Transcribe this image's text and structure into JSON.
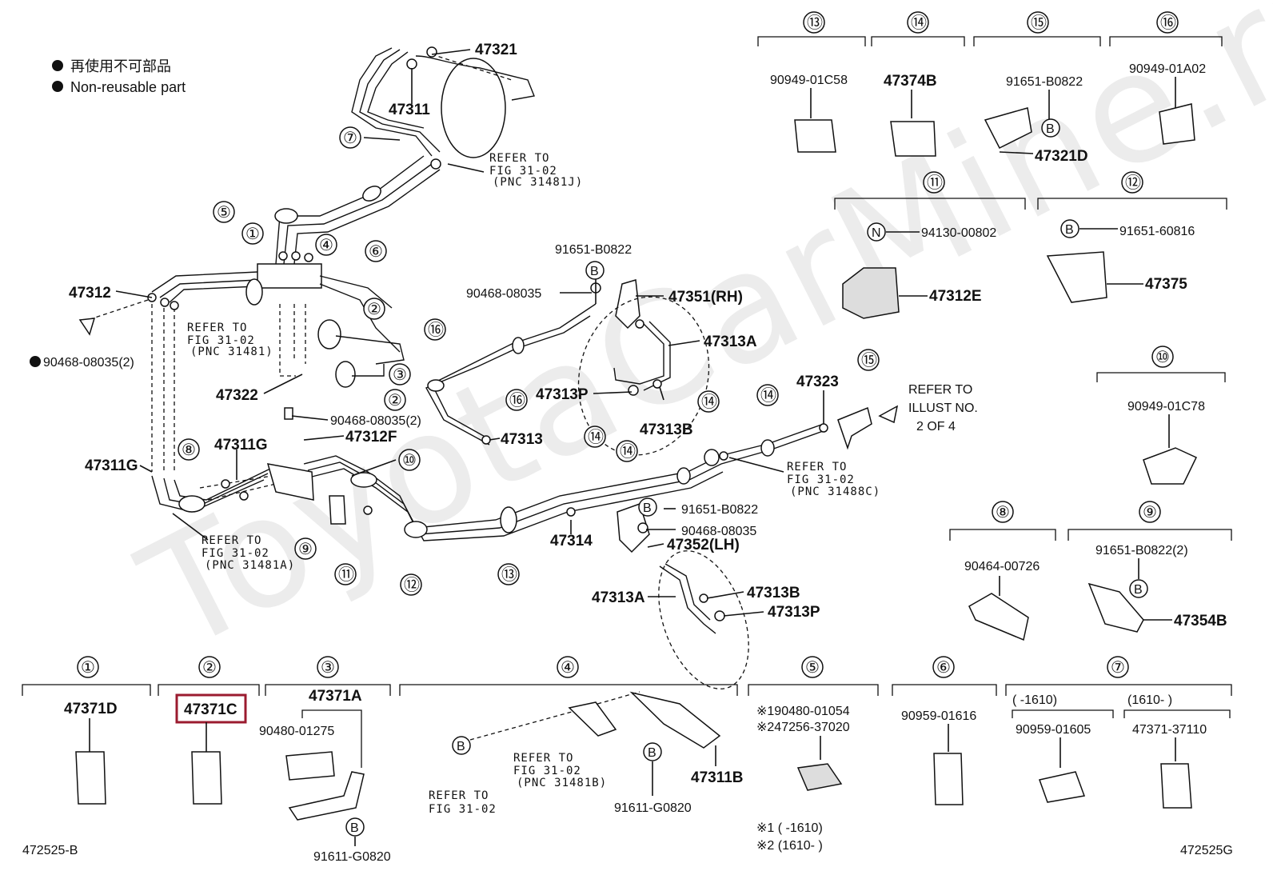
{
  "legend": {
    "line1": "再使用不可部品",
    "line2": "Non-reusable part"
  },
  "main_labels": [
    {
      "id": "47321",
      "text": "47321"
    },
    {
      "id": "47311",
      "text": "47311"
    },
    {
      "id": "47312",
      "text": "47312"
    },
    {
      "id": "90468-08035-2a",
      "text": "90468-08035(2)"
    },
    {
      "id": "47322",
      "text": "47322"
    },
    {
      "id": "90468-08035-2b",
      "text": "90468-08035(2)"
    },
    {
      "id": "47312F",
      "text": "47312F"
    },
    {
      "id": "47311G-a",
      "text": "47311G"
    },
    {
      "id": "47311G-b",
      "text": "47311G"
    },
    {
      "id": "91651-B0822-top",
      "text": "91651-B0822"
    },
    {
      "id": "90468-08035-top",
      "text": "90468-08035"
    },
    {
      "id": "47351RH",
      "text": "47351(RH)"
    },
    {
      "id": "47313A-top",
      "text": "47313A"
    },
    {
      "id": "47313P-top",
      "text": "47313P"
    },
    {
      "id": "47313B-top",
      "text": "47313B"
    },
    {
      "id": "47313",
      "text": "47313"
    },
    {
      "id": "47323",
      "text": "47323"
    },
    {
      "id": "91651-B0822-mid",
      "text": "91651-B0822"
    },
    {
      "id": "90468-08035-mid",
      "text": "90468-08035"
    },
    {
      "id": "47314",
      "text": "47314"
    },
    {
      "id": "47352LH",
      "text": "47352(LH)"
    },
    {
      "id": "47313A-bot",
      "text": "47313A"
    },
    {
      "id": "47313B-bot",
      "text": "47313B"
    },
    {
      "id": "47313P-bot",
      "text": "47313P"
    }
  ],
  "refer": {
    "r1": {
      "l1": "REFER TO",
      "l2": "FIG 31-02",
      "l3": "(PNC 31481J)"
    },
    "r2": {
      "l1": "REFER TO",
      "l2": "FIG 31-02",
      "l3": "(PNC 31481)"
    },
    "r3": {
      "l1": "REFER TO",
      "l2": "FIG 31-02",
      "l3": "(PNC 31481A)"
    },
    "r4": {
      "l1": "REFER TO",
      "l2": "FIG 31-02",
      "l3": "(PNC 31488C)"
    },
    "r5": {
      "l1": "REFER TO",
      "l2": "ILLUST NO.",
      "l3": "2 OF 4"
    },
    "r6": {
      "l1": "REFER TO",
      "l2": "FIG 31-02",
      "l3": "(PNC 31481B)"
    },
    "r7": {
      "l1": "REFER TO",
      "l2": "FIG 31-02"
    }
  },
  "bubbles": {
    "c1": "①",
    "c2": "②",
    "c3": "③",
    "c4": "④",
    "c5": "⑤",
    "c6": "⑥",
    "c7": "⑦",
    "c8": "⑧",
    "c9": "⑨",
    "c10": "⑩",
    "c11": "⑪",
    "c12": "⑫",
    "c13": "⑬",
    "c14": "⑭",
    "c15": "⑮",
    "c16": "⑯"
  },
  "badges": {
    "B": "B",
    "N": "N"
  },
  "right_panels": {
    "p13": {
      "part": "90949-01C58"
    },
    "p14": {
      "part": "47374B"
    },
    "p15": {
      "part1": "91651-B0822",
      "part2": "47321D"
    },
    "p16": {
      "part": "90949-01A02"
    },
    "p11": {
      "part1": "94130-00802",
      "part2": "47312E"
    },
    "p12": {
      "part1": "91651-60816",
      "part2": "47375"
    },
    "p10": {
      "part": "90949-01C78"
    },
    "p8": {
      "part": "90464-00726"
    },
    "p9": {
      "part1": "91651-B0822(2)",
      "part2": "47354B"
    }
  },
  "bottom_panels": {
    "p1": {
      "part": "47371D"
    },
    "p2": {
      "part": "47371C"
    },
    "p3": {
      "part1": "47371A",
      "part2": "90480-01275",
      "part3": "91611-G0820"
    },
    "p4": {
      "part1": "91611-G0820",
      "part2": "47311B"
    },
    "p5": {
      "part1": "※190480-01054",
      "part2": "※247256-37020",
      "note1": "※1 (      -1610)",
      "note2": "※2 (1610-        )"
    },
    "p6": {
      "part": "90959-01616"
    },
    "p7": {
      "range1": "(      -1610)",
      "range2": "(1610-        )",
      "part1": "90959-01605",
      "part2": "47371-37110"
    }
  },
  "footer": {
    "left": "472525-B",
    "right": "472525G"
  },
  "watermark": "ToyotaCarMine.ru",
  "highlight_color": "#9b1b2f"
}
